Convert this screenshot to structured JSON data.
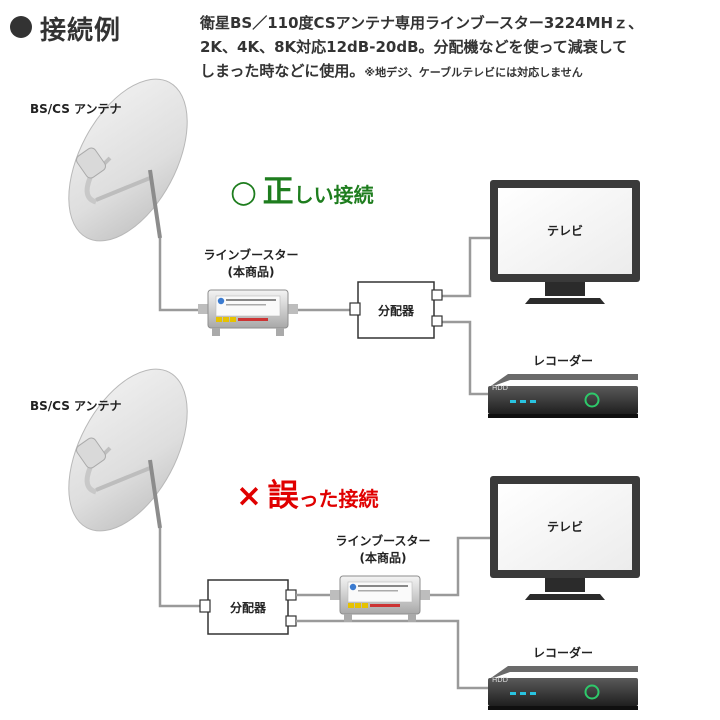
{
  "title": "接続例",
  "description": {
    "line1": "衛星BS／110度CSアンテナ専用ラインブースター3224MHｚ、",
    "line2": "2K、4K、8K対応12dB-20dB。分配機などを使って減衰して",
    "line3": "しまった時などに使用。",
    "note": "※地デジ、ケーブルテレビには対応しません"
  },
  "diagrams": [
    {
      "antenna_label": "BS/CS アンテナ",
      "verdict_symbol": "○",
      "verdict_main": "正",
      "verdict_rest": "しい接続",
      "booster_label": "ラインブースター",
      "booster_sub": "(本商品)",
      "splitter_label": "分配器",
      "tv_label": "テレビ",
      "recorder_label": "レコーダー",
      "recorder_badge": "HDD"
    },
    {
      "antenna_label": "BS/CS アンテナ",
      "verdict_symbol": "×",
      "verdict_main": "誤",
      "verdict_rest": "った接続",
      "booster_label": "ラインブースター",
      "booster_sub": "(本商品)",
      "splitter_label": "分配器",
      "tv_label": "テレビ",
      "recorder_label": "レコーダー",
      "recorder_badge": "HDD"
    }
  ],
  "colors": {
    "correct": "#1e7d1e",
    "wrong": "#e00000",
    "cable": "#9a9a9a",
    "led": "#29c3e0",
    "power_led": "#2ec96a"
  }
}
